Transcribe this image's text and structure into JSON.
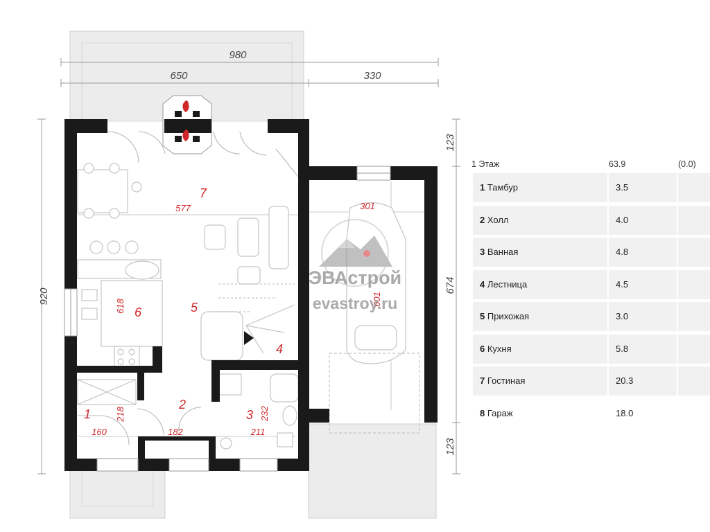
{
  "plan": {
    "dims": {
      "total_width": "980",
      "left_width": "650",
      "right_width": "330",
      "total_height": "920",
      "garage_height": "674",
      "top_offset": "123",
      "bottom_offset": "123"
    },
    "room_dims": {
      "living_width": "577",
      "garage_width": "301",
      "garage_length": "601",
      "kitchen": "618",
      "vestibule_height": "218",
      "vestibule_width": "160",
      "hall_width": "182",
      "bath_height": "232",
      "bath_width": "211"
    },
    "room_numbers": [
      "1",
      "2",
      "3",
      "4",
      "5",
      "6",
      "7"
    ],
    "watermark": {
      "brand": "ЭВАстрой",
      "site": "evastroy.ru"
    },
    "colors": {
      "wall": "#1a1a1a",
      "accent": "#d0272b",
      "terrace": "#ececec"
    }
  },
  "legend": {
    "header": {
      "floor": "1 Этаж",
      "area": "63.9",
      "level": "(0.0)"
    },
    "rooms": [
      {
        "num": "1",
        "name": "Тамбур",
        "area": "3.5"
      },
      {
        "num": "2",
        "name": "Холл",
        "area": "4.0"
      },
      {
        "num": "3",
        "name": "Ванная",
        "area": "4.8"
      },
      {
        "num": "4",
        "name": "Лестница",
        "area": "4.5"
      },
      {
        "num": "5",
        "name": "Прихожая",
        "area": "3.0"
      },
      {
        "num": "6",
        "name": "Кухня",
        "area": "5.8"
      },
      {
        "num": "7",
        "name": "Гостиная",
        "area": "20.3"
      },
      {
        "num": "8",
        "name": "Гараж",
        "area": "18.0"
      }
    ]
  }
}
